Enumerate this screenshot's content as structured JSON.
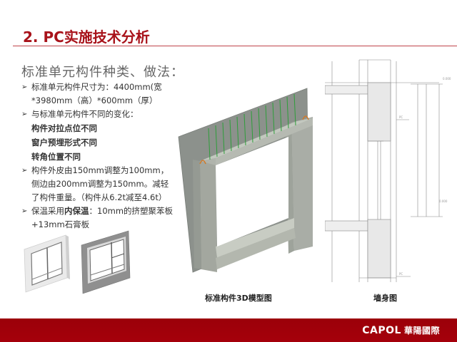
{
  "slide": {
    "title": "2. PC实施技术分析",
    "subtitle": "标准单元构件种类、做法：",
    "bullets": [
      {
        "text": "标准单元构件尺寸为：4400mm(宽*3980mm（高）*600mm（厚）"
      },
      {
        "text": "与标准单元构件不同的变化："
      },
      {
        "text": "构件外皮由150mm调整为100mm，侧边由200mm调整为150mm。减轻了构件重量。（构件从6.2t减至4.6t）"
      },
      {
        "prefix": "保温采用",
        "bold": "内保温",
        "suffix": "：10mm的挤塑聚苯板+13mm石膏板"
      }
    ],
    "sub_items": [
      "构件对拉点位不同",
      "窗户预埋形式不同",
      "转角位置不同"
    ],
    "bullet_arrow": "➢",
    "captions": {
      "model_3d": "标准构件3D模型图",
      "wall_section": "墙身图"
    },
    "footer": {
      "brand_en": "CAPOL",
      "brand_cn": "華陽國際"
    },
    "colors": {
      "accent": "#a8121a",
      "footer": "#a0000a",
      "rebar": "#2e9e3a"
    }
  }
}
